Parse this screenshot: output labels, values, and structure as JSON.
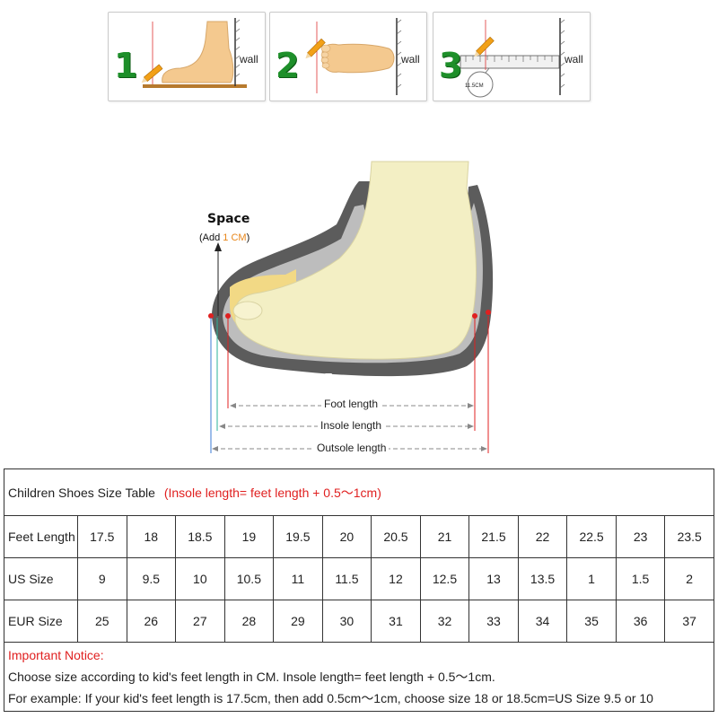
{
  "steps": [
    {
      "number": "1",
      "wall_label": "wall"
    },
    {
      "number": "2",
      "wall_label": "wall"
    },
    {
      "number": "3",
      "wall_label": "wall",
      "scale_label": "11.5CM"
    }
  ],
  "diagram": {
    "space_title": "Space",
    "space_note_prefix": "(Add ",
    "space_note_value": "1 CM",
    "space_note_suffix": ")",
    "foot_length": "Foot length",
    "insole_length": "Insole length",
    "outsole_length": "Outsole length"
  },
  "table": {
    "title": "Children Shoes Size Table",
    "formula": "(Insole length= feet length + 0.5～1cm)",
    "rows": [
      {
        "label": "Feet Length",
        "values": [
          "17.5",
          "18",
          "18.5",
          "19",
          "19.5",
          "20",
          "20.5",
          "21",
          "21.5",
          "22",
          "22.5",
          "23",
          "23.5"
        ]
      },
      {
        "label": "US Size",
        "values": [
          "9",
          "9.5",
          "10",
          "10.5",
          "11",
          "11.5",
          "12",
          "12.5",
          "13",
          "13.5",
          "1",
          "1.5",
          "2"
        ]
      },
      {
        "label": "EUR Size",
        "values": [
          "25",
          "26",
          "27",
          "28",
          "29",
          "30",
          "31",
          "32",
          "33",
          "34",
          "35",
          "36",
          "37"
        ]
      }
    ],
    "notice_title": "Important Notice:",
    "notice_line1": "Choose size according to kid's feet length in CM. Insole length= feet length + 0.5～1cm.",
    "notice_line2": "For example: If your kid's feet length is 17.5cm, then add 0.5cm～1cm, choose size 18 or 18.5cm=US Size 9.5 or 10"
  },
  "colors": {
    "step_number": "#1e8f2a",
    "accent_red": "#e02020",
    "accent_orange": "#e8861a",
    "foot_fill": "#f3efc4",
    "shoe_fill": "#5c5c5c"
  }
}
